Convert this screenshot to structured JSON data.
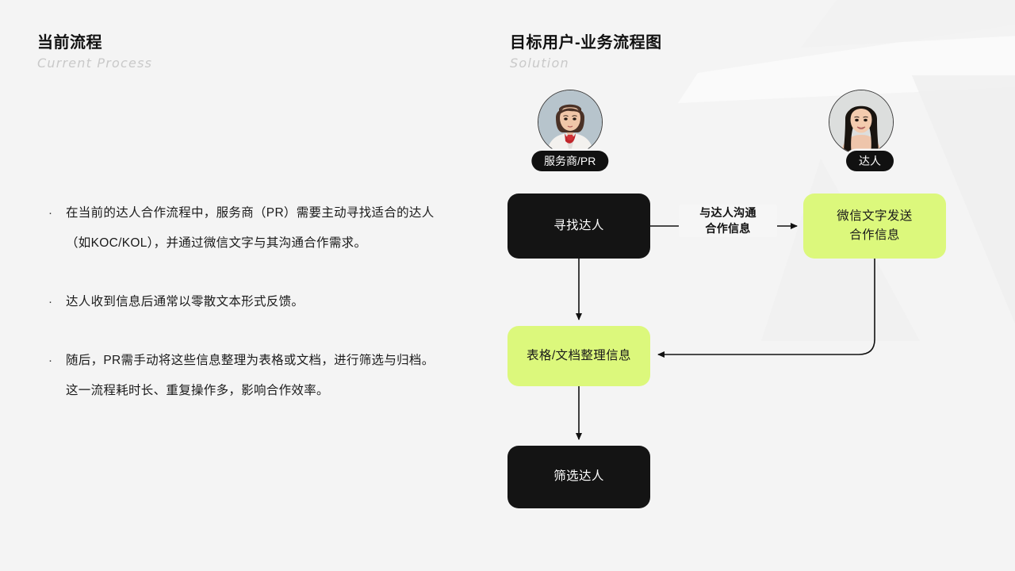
{
  "canvas": {
    "background_color": "#f4f4f4",
    "accent_green": "#dcf87c",
    "accent_dark": "#141414"
  },
  "left_panel": {
    "heading": {
      "title": "当前流程",
      "subtitle": "Current Process"
    },
    "bullets": [
      {
        "marker": "·",
        "text": "在当前的达人合作流程中，服务商（PR）需要主动寻找适合的达人（如KOC/KOL），并通过微信文字与其沟通合作需求。"
      },
      {
        "marker": "·",
        "text": "达人收到信息后通常以零散文本形式反馈。"
      },
      {
        "marker": "·",
        "text": "随后，PR需手动将这些信息整理为表格或文档，进行筛选与归档。这一流程耗时长、重复操作多，影响合作效率。"
      }
    ]
  },
  "right_panel": {
    "heading": {
      "title": "目标用户-业务流程图",
      "subtitle": "Solution"
    },
    "actors": [
      {
        "id": "pr",
        "label": "服务商/PR",
        "avatar_name": "avatar-service-provider"
      },
      {
        "id": "talent",
        "label": "达人",
        "avatar_name": "avatar-talent"
      }
    ],
    "nodes": [
      {
        "id": "find-talent",
        "label": "寻找达人",
        "style": "dark"
      },
      {
        "id": "wechat-send",
        "label": "微信文字发送\n合作信息",
        "line1": "微信文字发送",
        "line2": "合作信息",
        "style": "green"
      },
      {
        "id": "organize",
        "label": "表格/文档整理信息",
        "style": "green"
      },
      {
        "id": "screen",
        "label": "筛选达人",
        "style": "dark"
      }
    ],
    "edges": [
      {
        "id": "communicate",
        "from": "find-talent",
        "to": "wechat-send",
        "label_line1": "与达人沟通",
        "label_line2": "合作信息"
      },
      {
        "id": "find-to-organize",
        "from": "find-talent",
        "to": "organize",
        "label": ""
      },
      {
        "id": "wechat-to-organize",
        "from": "wechat-send",
        "to": "organize",
        "label": ""
      },
      {
        "id": "organize-to-screen",
        "from": "organize",
        "to": "screen",
        "label": ""
      }
    ]
  }
}
